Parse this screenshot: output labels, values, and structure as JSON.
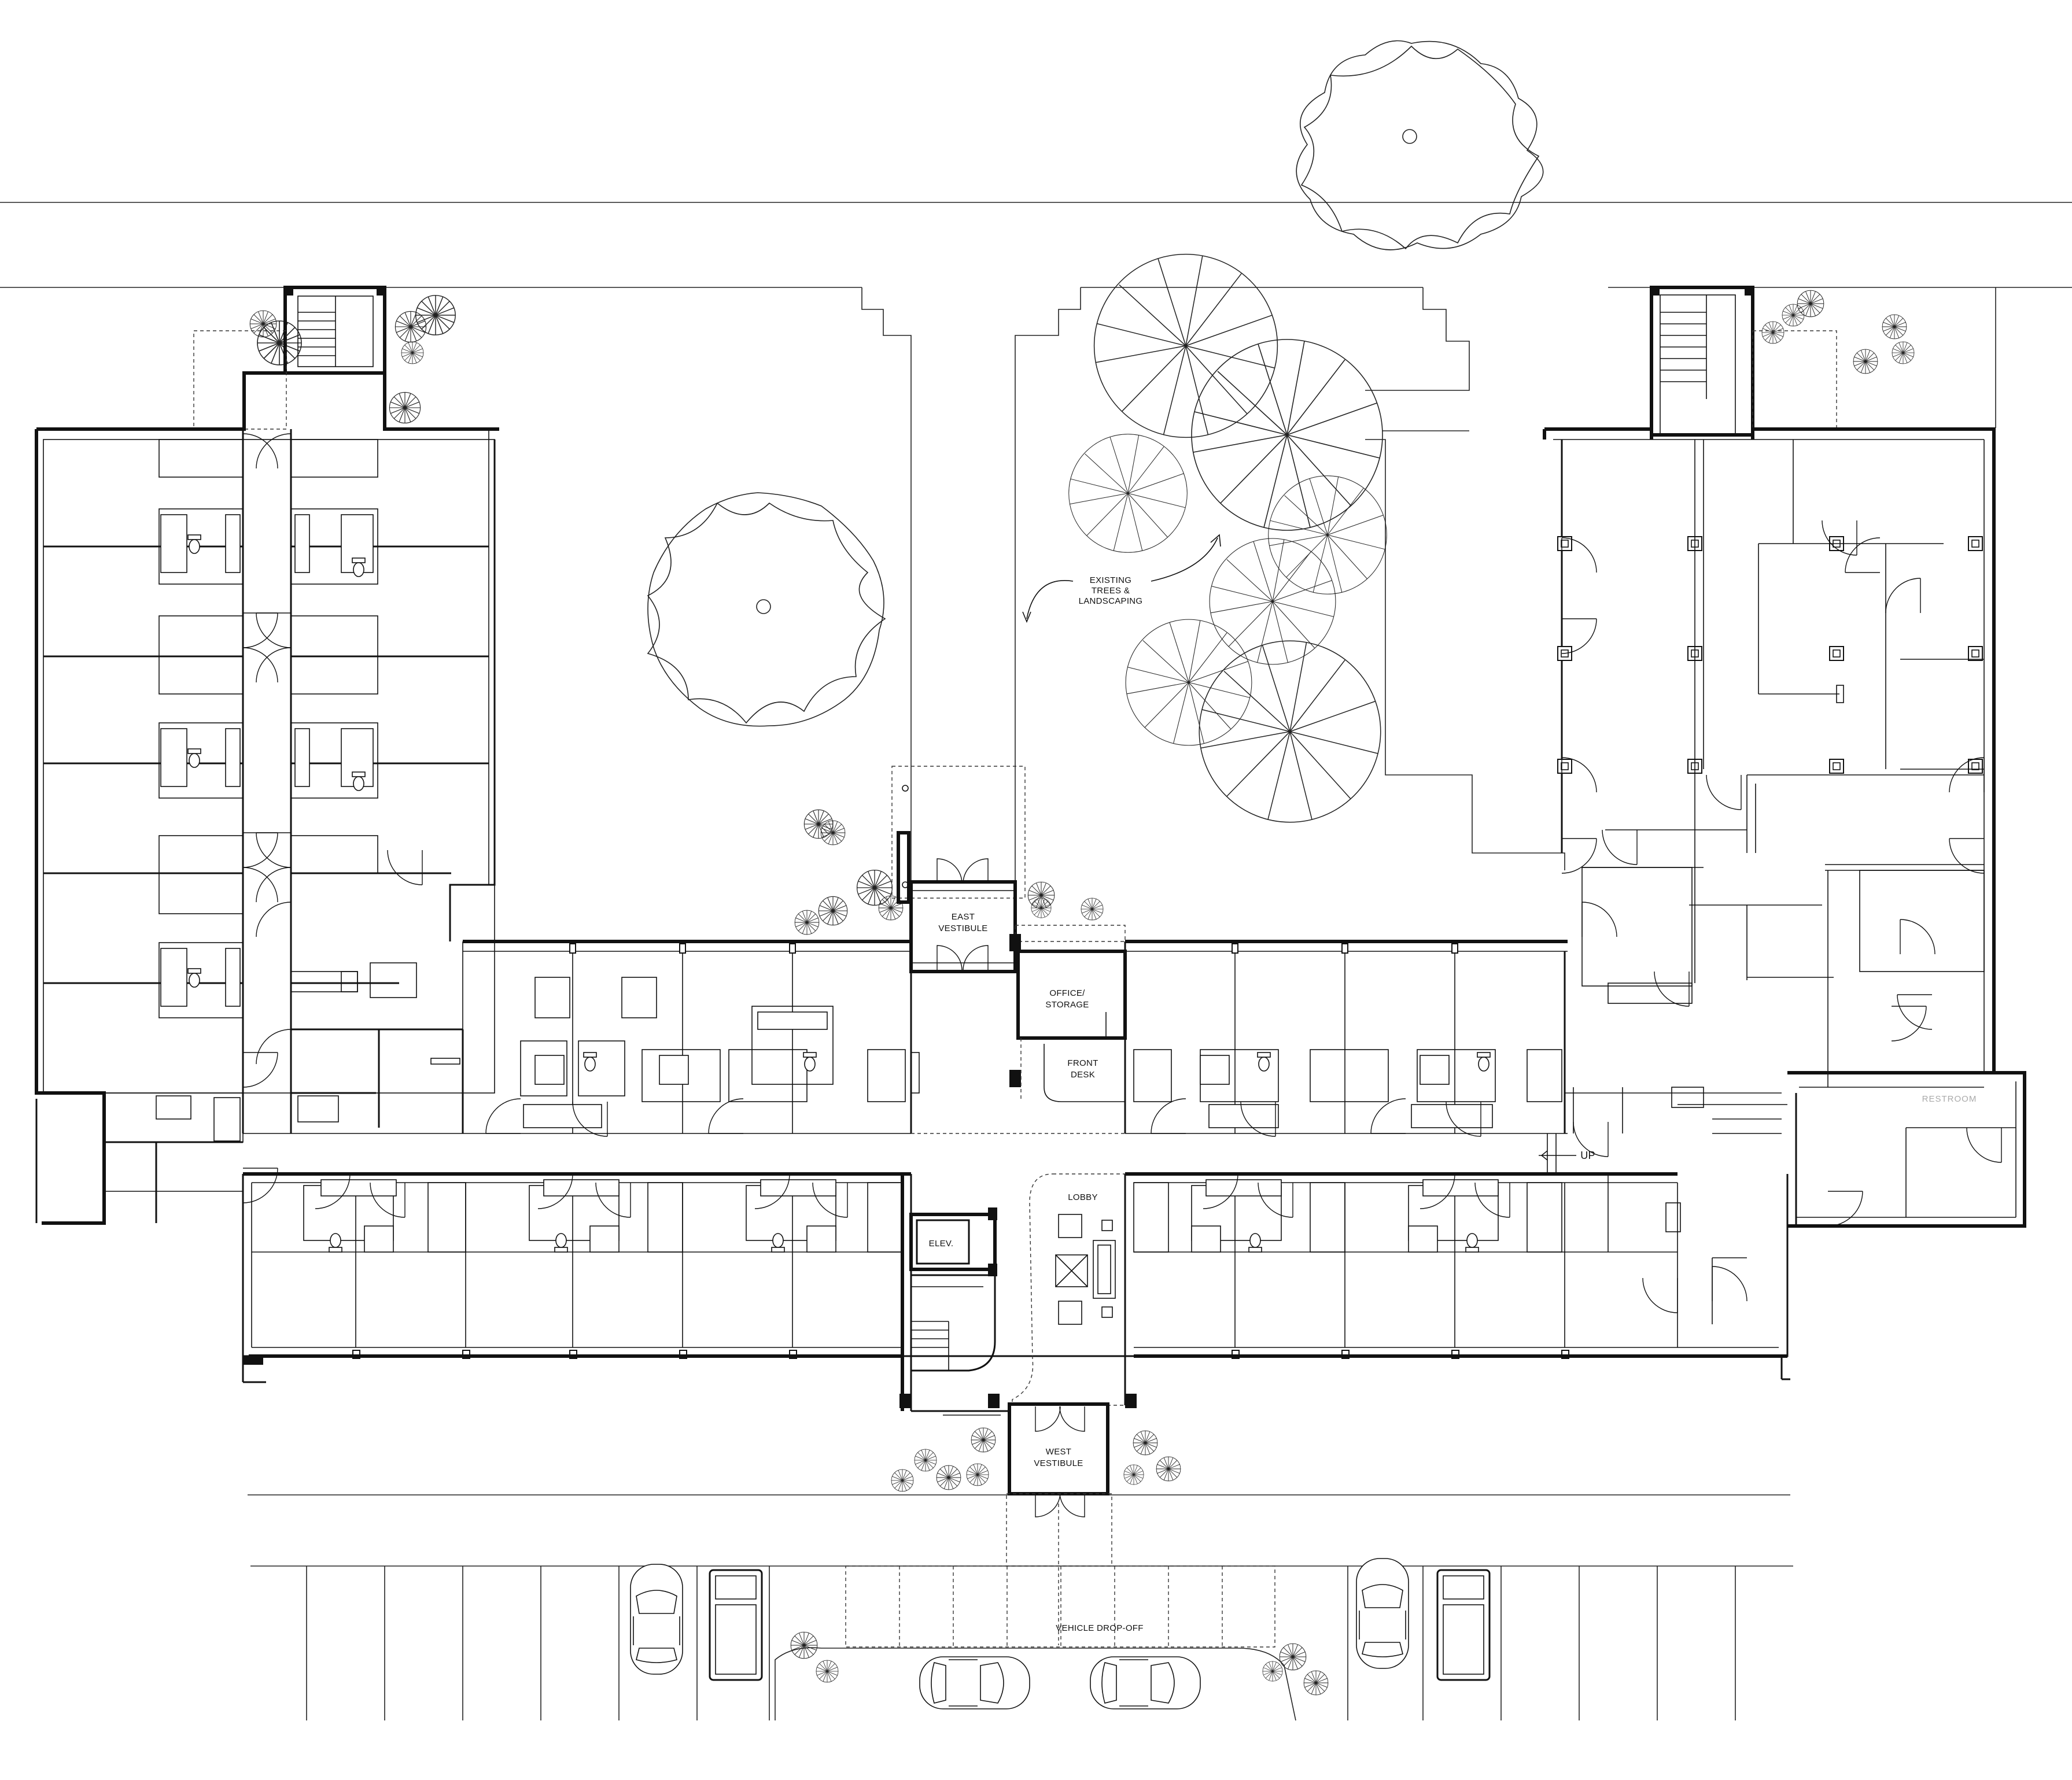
{
  "labels": {
    "east_vestibule": [
      "EAST",
      "VESTIBULE"
    ],
    "office_storage": [
      "OFFICE/",
      "STORAGE"
    ],
    "front_desk": [
      "FRONT",
      "DESK"
    ],
    "lobby": "LOBBY",
    "elevator": "ELEV.",
    "west_vestibule": [
      "WEST",
      "VESTIBULE"
    ],
    "vehicle_drop_off": "VEHICLE DROP-OFF",
    "restroom": "RESTROOM",
    "stair_up": "UP",
    "existing_trees": [
      "EXISTING",
      "TREES &",
      "LANDSCAPING"
    ]
  },
  "colors": {
    "line": "#111111",
    "background": "#ffffff",
    "faint_text": "#aaaaaa"
  }
}
